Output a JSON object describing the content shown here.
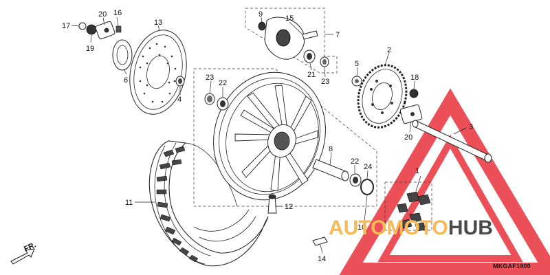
{
  "diagram": {
    "callouts": [
      {
        "id": "c1",
        "label": "1"
      },
      {
        "id": "c2",
        "label": "2"
      },
      {
        "id": "c3",
        "label": "3"
      },
      {
        "id": "c4",
        "label": "4"
      },
      {
        "id": "c5",
        "label": "5"
      },
      {
        "id": "c6",
        "label": "6"
      },
      {
        "id": "c7",
        "label": "7"
      },
      {
        "id": "c8",
        "label": "8"
      },
      {
        "id": "c9",
        "label": "9"
      },
      {
        "id": "c10",
        "label": "10"
      },
      {
        "id": "c11",
        "label": "11"
      },
      {
        "id": "c12",
        "label": "12"
      },
      {
        "id": "c13",
        "label": "13"
      },
      {
        "id": "c14",
        "label": "14"
      },
      {
        "id": "c15",
        "label": "15"
      },
      {
        "id": "c16",
        "label": "16"
      },
      {
        "id": "c17",
        "label": "17"
      },
      {
        "id": "c18",
        "label": "18"
      },
      {
        "id": "c19",
        "label": "19"
      },
      {
        "id": "c20a",
        "label": "20"
      },
      {
        "id": "c20b",
        "label": "20"
      },
      {
        "id": "c21",
        "label": "21"
      },
      {
        "id": "c22a",
        "label": "22"
      },
      {
        "id": "c22b",
        "label": "22"
      },
      {
        "id": "c23a",
        "label": "23"
      },
      {
        "id": "c23b",
        "label": "23"
      },
      {
        "id": "c24",
        "label": "24"
      }
    ],
    "direction_marker": "FR.",
    "diagram_code": "MKGAF1900"
  },
  "watermark": {
    "brand_part1": "AUTO",
    "brand_part2": "MOTO",
    "brand_part3": "HUB",
    "colors": {
      "triangle": "#e8323c",
      "accent": "#f6ba58",
      "dark": "#4a4a4a"
    }
  }
}
